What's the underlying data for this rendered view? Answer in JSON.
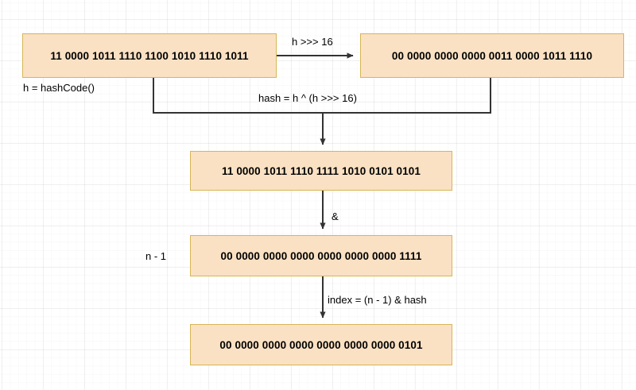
{
  "diagram": {
    "title_hidden": "",
    "colors": {
      "box_fill": "#fae1c3",
      "box_border": "#d6b656",
      "line": "#333333",
      "text": "#000000",
      "background": "#ffffff"
    },
    "boxes": [
      {
        "id": "hash-code-box",
        "value": "11 0000 1011 1110 1100 1010 1110 1011"
      },
      {
        "id": "shifted-box",
        "value": "00 0000 0000 0000 0011 0000 1011 1110"
      },
      {
        "id": "xor-hash-box",
        "value": "11 0000 1011 1110 1111 1010 0101 0101"
      },
      {
        "id": "capacity-mask-box",
        "value": "00 0000 0000 0000 0000 0000 0000 1111"
      },
      {
        "id": "index-result-box",
        "value": "00 0000 0000 0000 0000 0000 0000 0101"
      }
    ],
    "labels": {
      "hash_code": "h = hashCode()",
      "shift_right": "h >>> 16",
      "xor_formula": "hash = h ^ (h >>> 16)",
      "and_operator": "&",
      "n_minus_one": "n - 1",
      "index_formula": "index = (n - 1) & hash"
    }
  }
}
